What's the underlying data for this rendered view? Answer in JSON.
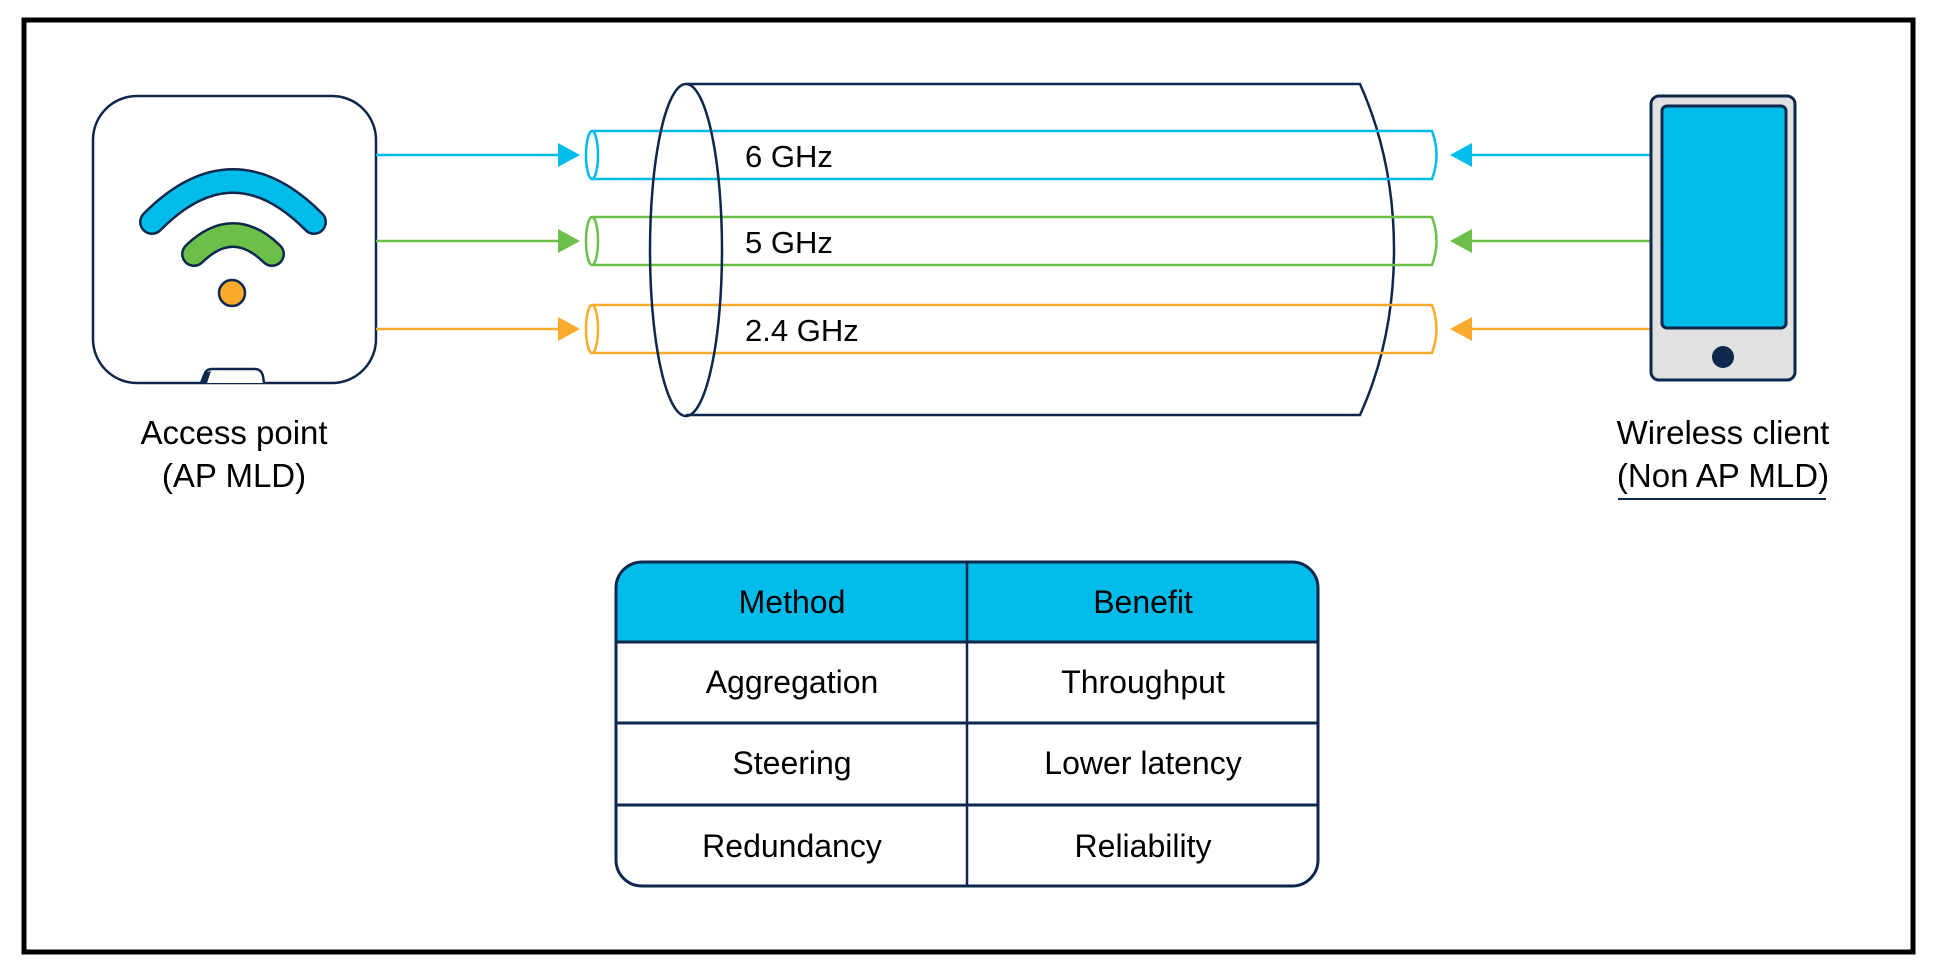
{
  "diagram": {
    "access_point": {
      "label_line1": "Access point",
      "label_line2": "(AP MLD)",
      "icon": "wifi-access-point-icon"
    },
    "client": {
      "label_line1": "Wireless client",
      "label_line2": "(Non AP MLD)",
      "icon": "smartphone-icon"
    },
    "links": [
      {
        "label": "6 GHz",
        "color": "#00bceb"
      },
      {
        "label": "5 GHz",
        "color": "#6cc04a"
      },
      {
        "label": "2.4 GHz",
        "color": "#fbab2c"
      }
    ],
    "table": {
      "headers": [
        "Method",
        "Benefit"
      ],
      "rows": [
        [
          "Aggregation",
          "Throughput"
        ],
        [
          "Steering",
          "Lower latency"
        ],
        [
          "Redundancy",
          "Reliability"
        ]
      ],
      "header_color": "#00bceb"
    },
    "colors": {
      "outline": "#0d274d",
      "phone_body": "#e1e1e1"
    }
  }
}
